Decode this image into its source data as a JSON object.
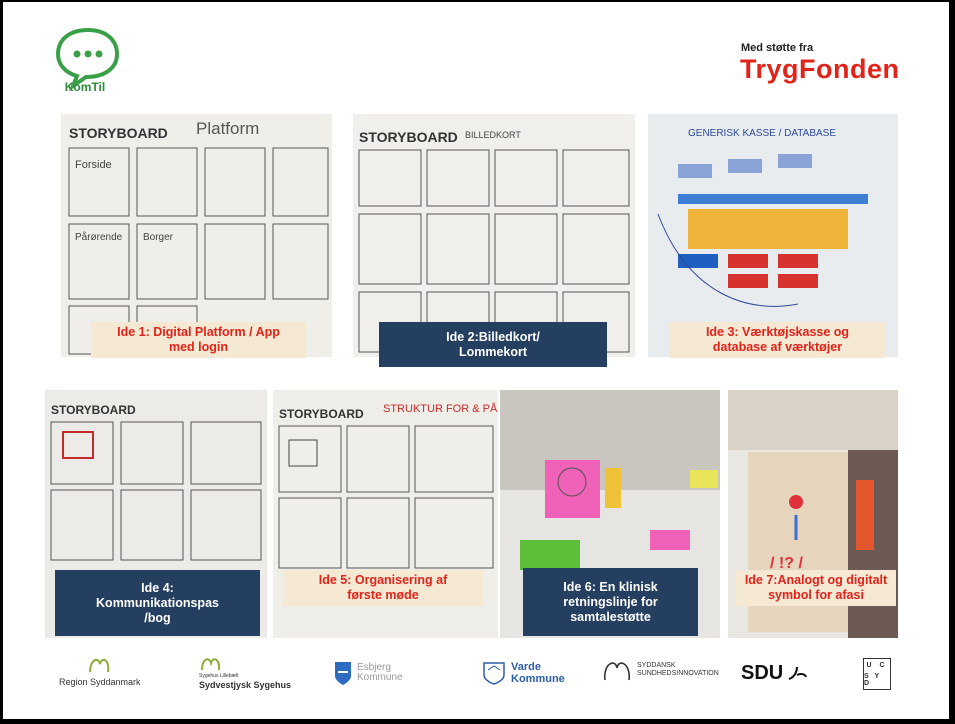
{
  "header": {
    "komtil_label": "KomTil",
    "support_small": "Med støtte fra",
    "support_brand": "TrygFonden"
  },
  "photos": [
    {
      "sheet_title": "STORYBOARD",
      "scribble": "Platform",
      "panel_1": "Forside",
      "panel_2": "Pårørende",
      "panel_3": "Borger",
      "caption_line1": "Ide 1: Digital Platform / App",
      "caption_line2": "med login"
    },
    {
      "sheet_title": "STORYBOARD",
      "scribble": "BILLEDKORT",
      "caption_line1": "Ide 2:Billedkort/",
      "caption_line2": "Lommekort"
    },
    {
      "scribble": "GENERISK KASSE / DATABASE",
      "caption_line1": "Ide 3: Værktøjskasse og",
      "caption_line2": "database af værktøjer"
    },
    {
      "sheet_title": "STORYBOARD",
      "caption_line1": "Ide 4:",
      "caption_line2": "Kommunikationspas",
      "caption_line3": "/bog"
    },
    {
      "sheet_title": "STORYBOARD",
      "scribble": "STRUKTUR FOR & PÅR",
      "caption_line1": "Ide 5: Organisering af",
      "caption_line2": "første møde"
    },
    {
      "caption_line1": "Ide 6: En klinisk",
      "caption_line2": "retningslinje for",
      "caption_line3": "samtalestøtte"
    },
    {
      "sign_text": "/ !? /",
      "caption_line1": "Ide 7:Analogt og digitalt",
      "caption_line2": "symbol for afasi"
    }
  ],
  "partners": [
    {
      "name": "Region Syddanmark"
    },
    {
      "name_line1": "Sygehus Lillebælt",
      "name_line2": "Sydvestjysk Sygehus"
    },
    {
      "name_line1": "Esbjerg",
      "name_line2": "Kommune"
    },
    {
      "name_line1": "Varde",
      "name_line2": "Kommune"
    },
    {
      "name_line1": "SYDDANSK",
      "name_line2": "SUNDHEDSINNOVATION"
    },
    {
      "name": "SDU"
    },
    {
      "ucsyd_top": "U C",
      "ucsyd_bottom": "S Y D"
    }
  ],
  "colors": {
    "brand_red": "#e2231a",
    "komtil_green": "#2e8b3a",
    "caption_light": "#f5e9d4",
    "caption_dark": "#243f60"
  }
}
